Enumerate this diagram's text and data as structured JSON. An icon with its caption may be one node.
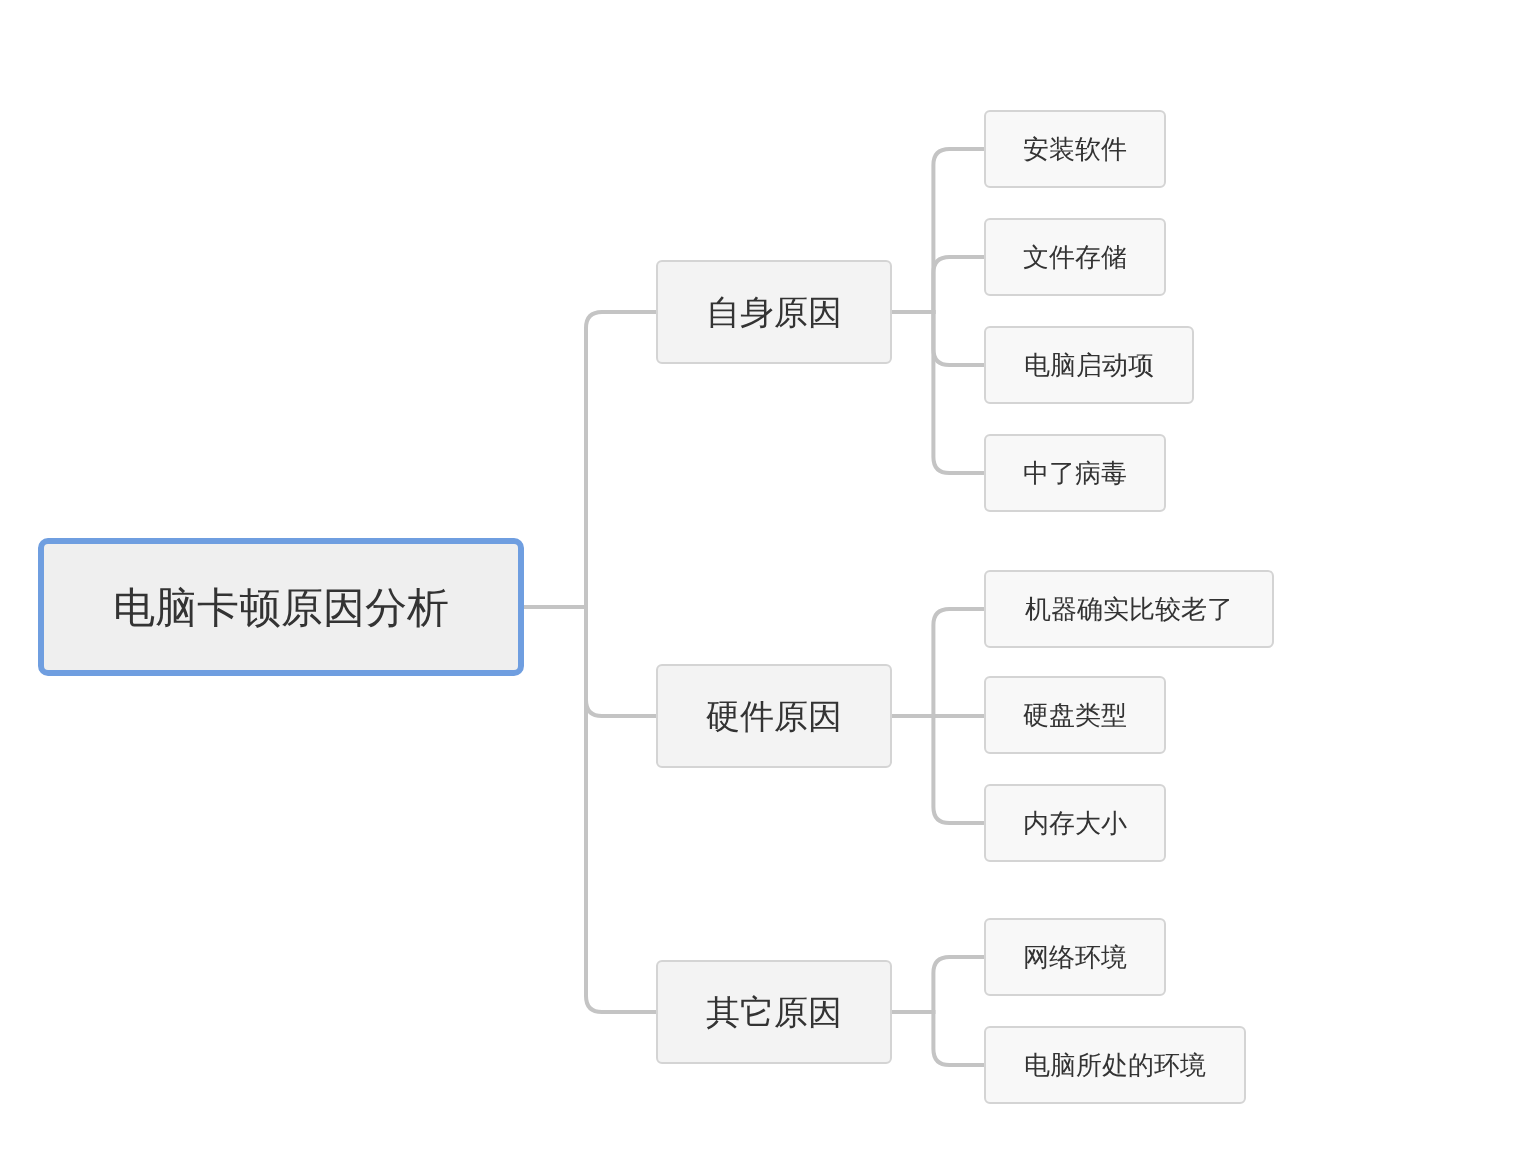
{
  "diagram": {
    "nodes": [
      {
        "text": [
          "电脑卡顿原因分析"
        ]
      },
      {
        "text": [
          "自身原因"
        ]
      },
      {
        "text": [
          "硬件原因"
        ]
      },
      {
        "text": [
          "其它原因"
        ]
      },
      {
        "text": [
          "安装软件"
        ]
      },
      {
        "text": [
          "文件存储"
        ]
      },
      {
        "text": [
          "电脑启动项"
        ]
      },
      {
        "text": [
          "中了病毒"
        ]
      },
      {
        "text": [
          "机器确实比较老了"
        ]
      },
      {
        "text": [
          "硬盘类型"
        ]
      },
      {
        "text": [
          "内存大小"
        ]
      },
      {
        "text": [
          "网络环境"
        ]
      },
      {
        "text": [
          "电脑所处的环境"
        ]
      }
    ],
    "edges": [
      {
        "from": 0,
        "to": 1,
        "arrow": "none"
      },
      {
        "from": 0,
        "to": 2,
        "arrow": "none"
      },
      {
        "from": 0,
        "to": 3,
        "arrow": "none"
      },
      {
        "from": 1,
        "to": 4,
        "arrow": "none"
      },
      {
        "from": 1,
        "to": 5,
        "arrow": "none"
      },
      {
        "from": 1,
        "to": 6,
        "arrow": "none"
      },
      {
        "from": 1,
        "to": 7,
        "arrow": "none"
      },
      {
        "from": 2,
        "to": 8,
        "arrow": "none"
      },
      {
        "from": 2,
        "to": 9,
        "arrow": "none"
      },
      {
        "from": 2,
        "to": 10,
        "arrow": "none"
      },
      {
        "from": 3,
        "to": 11,
        "arrow": "none"
      },
      {
        "from": 3,
        "to": 12,
        "arrow": "none"
      }
    ]
  }
}
